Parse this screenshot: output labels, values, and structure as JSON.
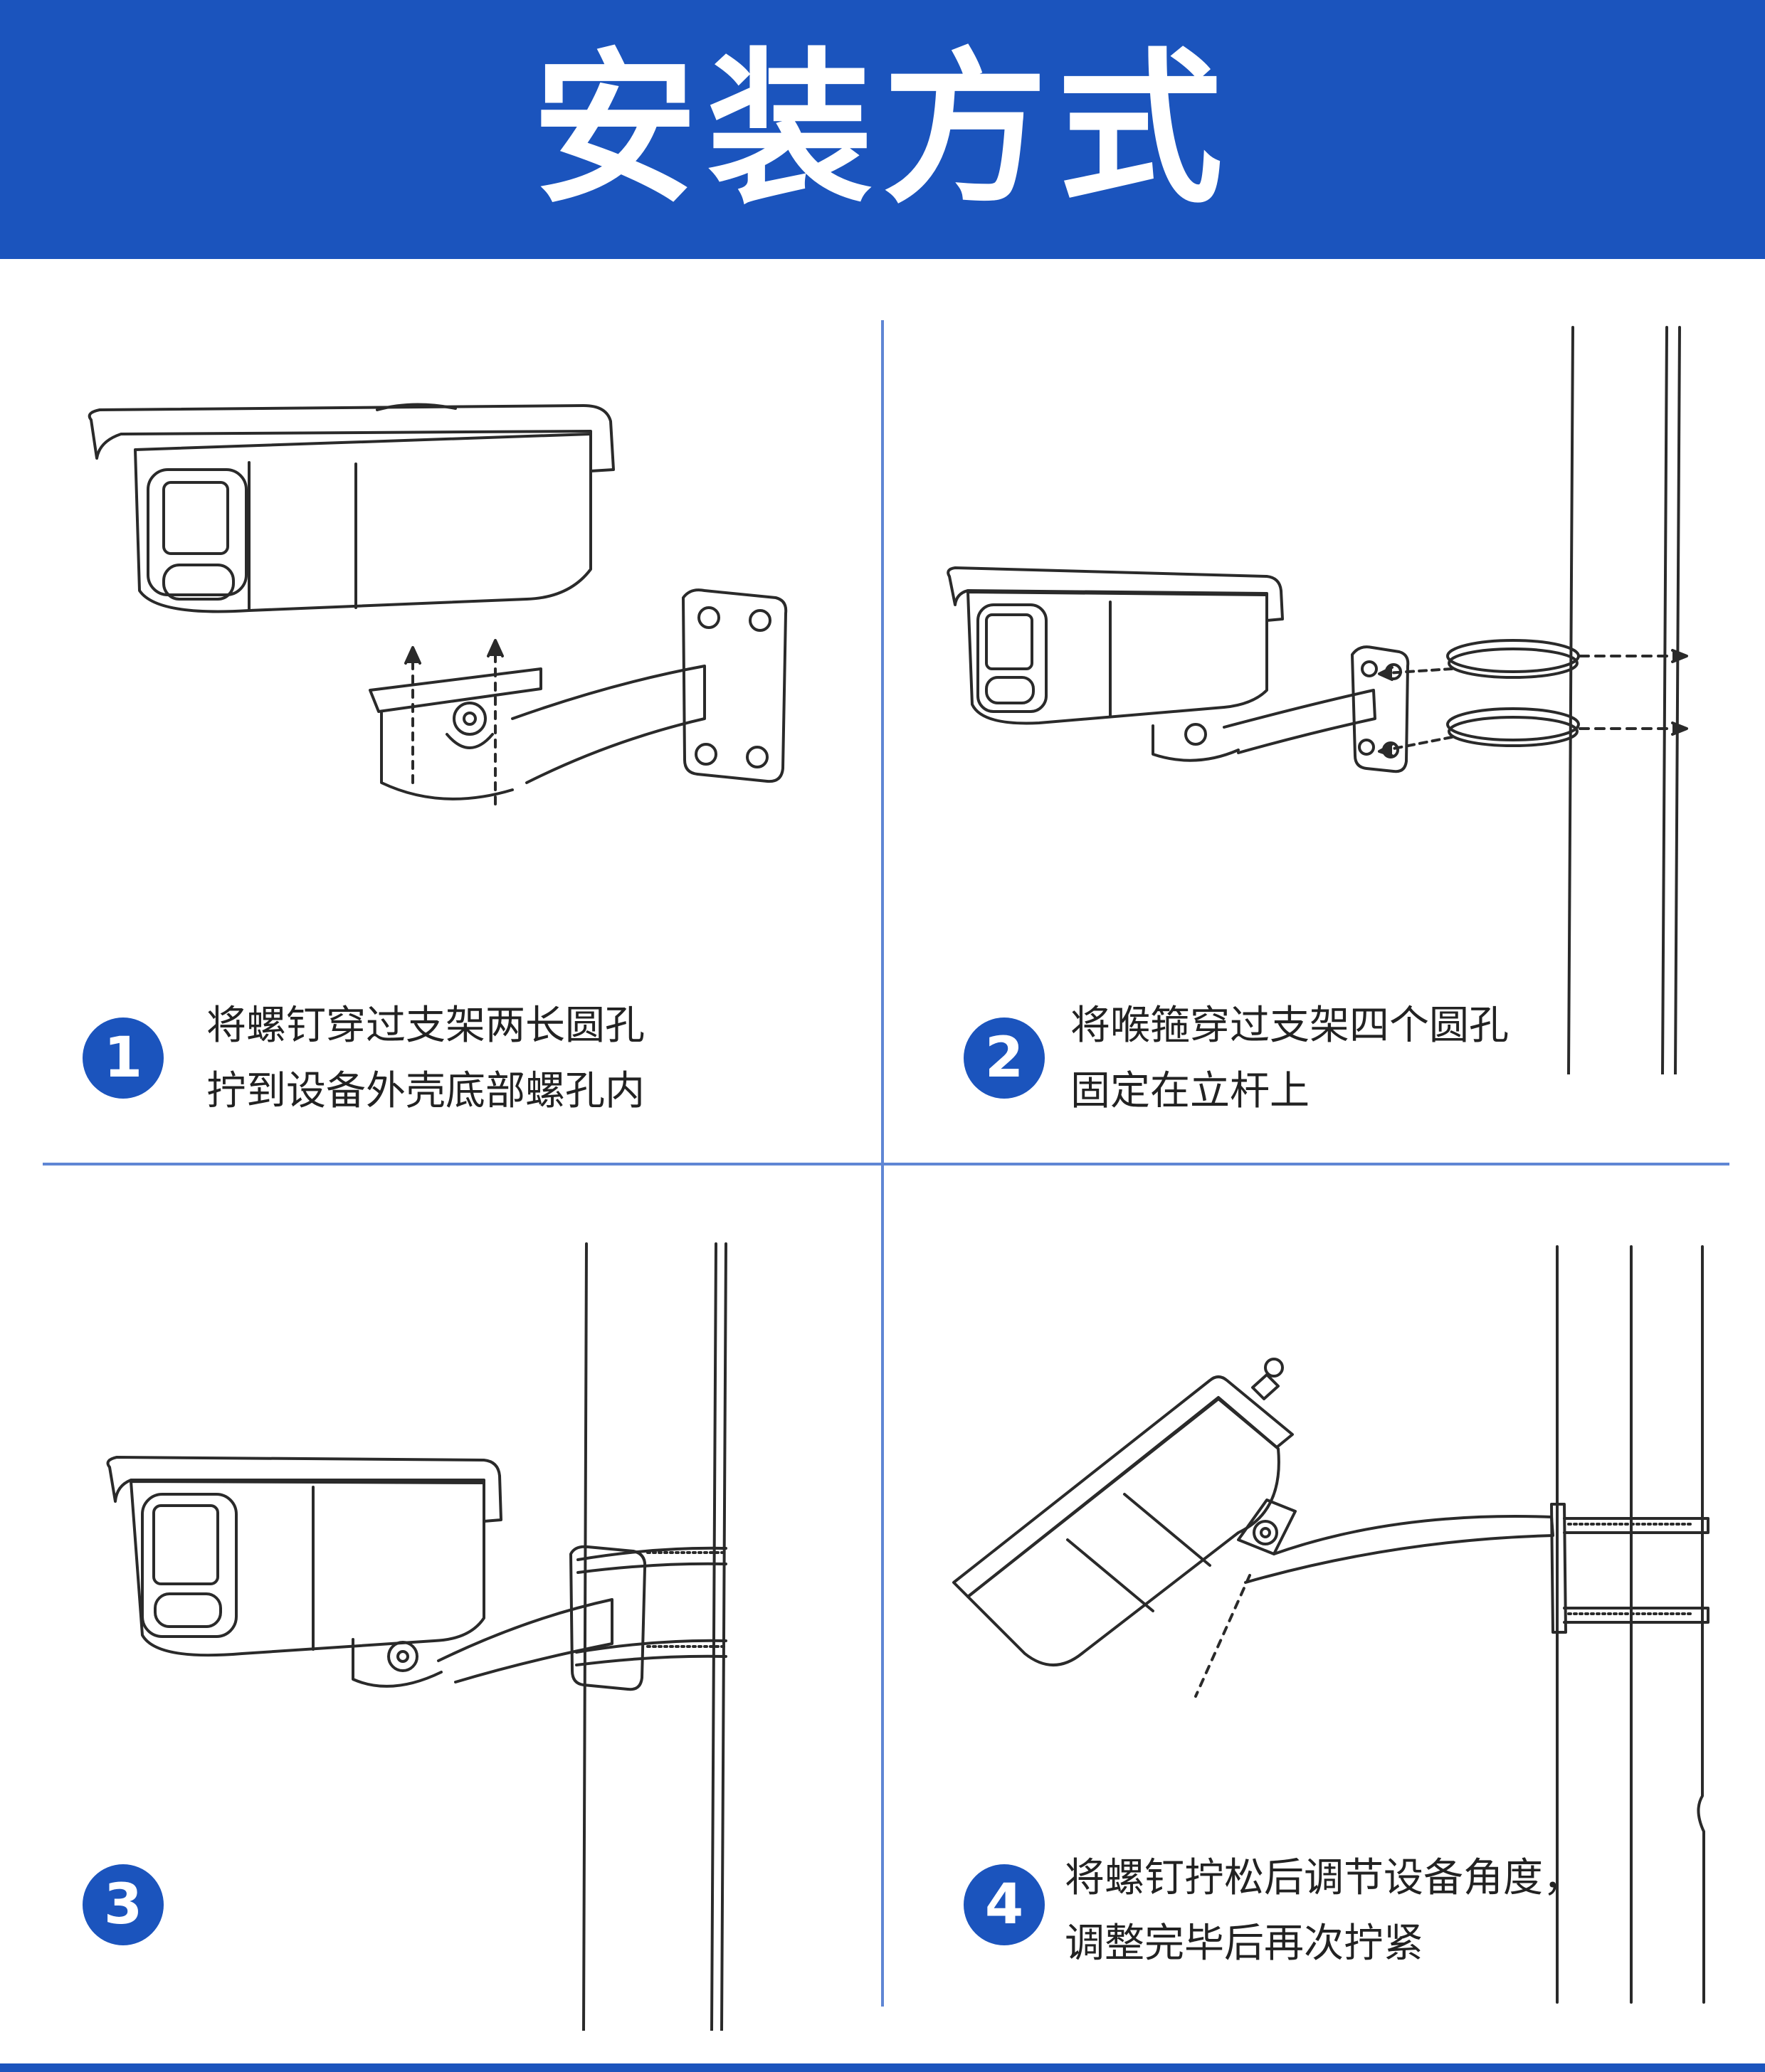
{
  "header": {
    "title": "安装方式",
    "background": "#1b54bd"
  },
  "steps": [
    {
      "number": "1",
      "lines": [
        "将螺钉穿过支架两长圆孔",
        "拧到设备外壳底部螺孔内"
      ]
    },
    {
      "number": "2",
      "lines": [
        "将喉箍穿过支架四个圆孔",
        "固定在立杆上"
      ]
    },
    {
      "number": "3",
      "lines": []
    },
    {
      "number": "4",
      "lines": [
        "将螺钉拧松后调节设备角度，",
        "调整完毕后再次拧紧"
      ]
    }
  ],
  "drawings": {
    "step1": "camera-to-bracket-screw-diagram",
    "step2": "hose-clamp-through-bracket-diagram",
    "step3": "camera-mounted-on-pole-diagram",
    "step4": "adjust-camera-angle-diagram"
  }
}
